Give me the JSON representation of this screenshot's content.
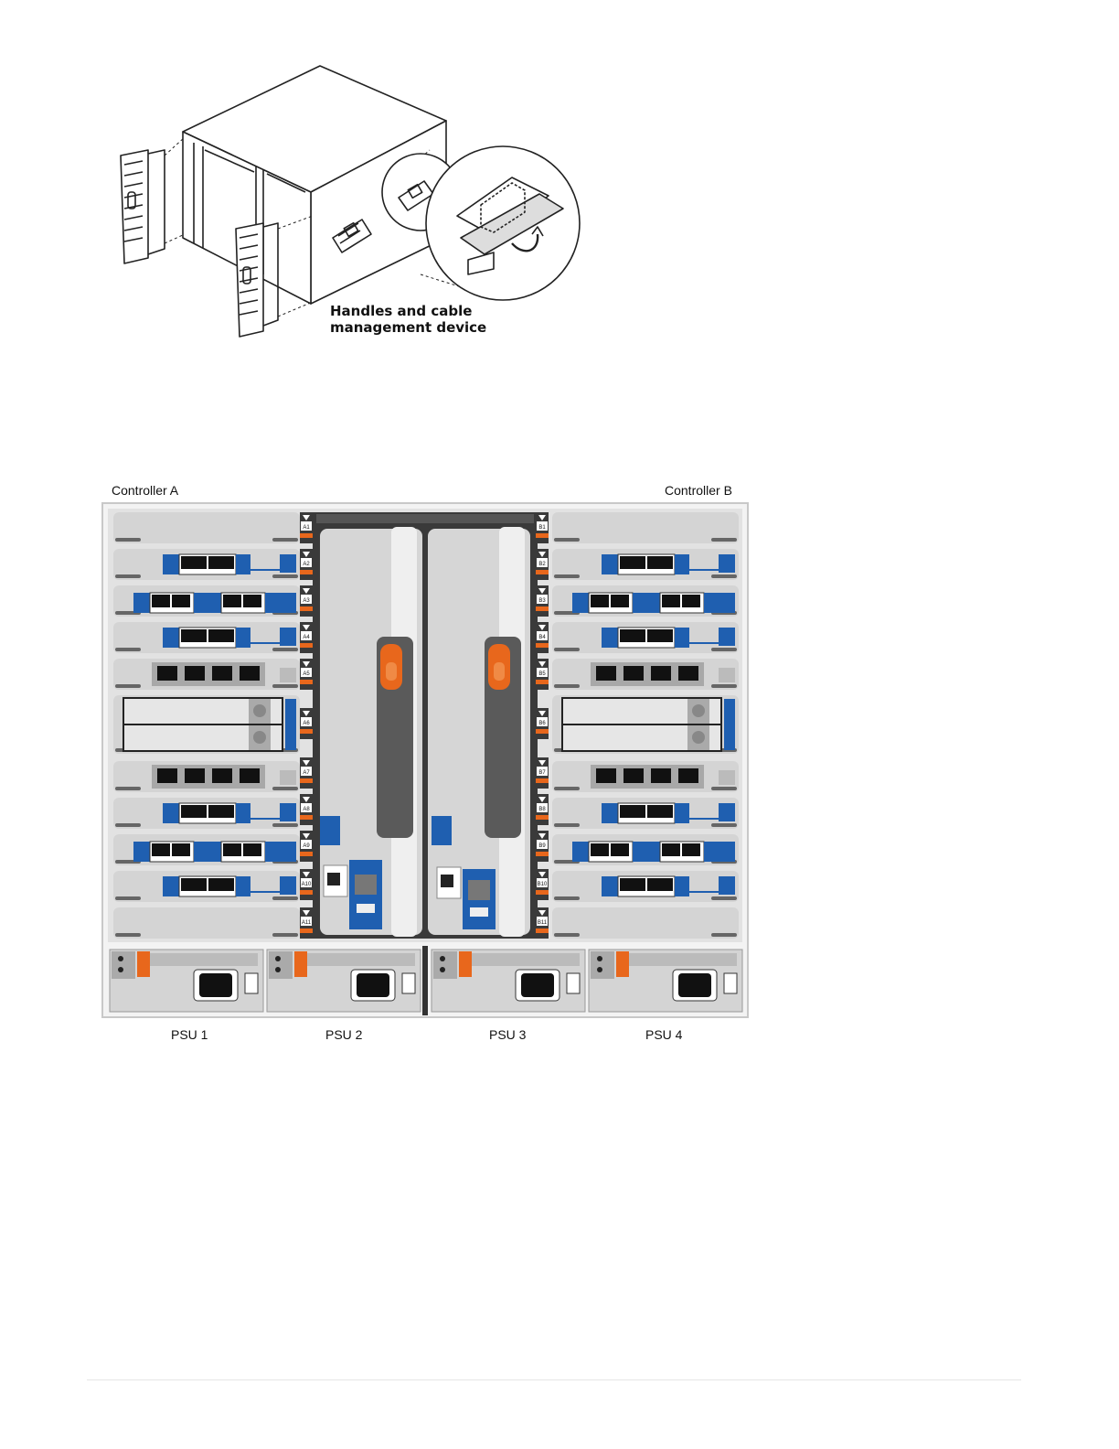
{
  "top_figure": {
    "callout": [
      "Handles and cable",
      "management device"
    ]
  },
  "bottom_figure": {
    "controller_a": "Controller A",
    "controller_b": "Controller B",
    "slots_a": [
      "A1",
      "A2",
      "A3",
      "A4",
      "A5",
      "A6",
      "A7",
      "A8",
      "A9",
      "A10",
      "A11"
    ],
    "slots_b": [
      "B1",
      "B2",
      "B3",
      "B4",
      "B5",
      "B6",
      "B7",
      "B8",
      "B9",
      "B10",
      "B11"
    ],
    "psus": [
      "PSU 1",
      "PSU 2",
      "PSU 3",
      "PSU 4"
    ],
    "colors": {
      "accent_blue": "#1f5fb0",
      "accent_orange": "#e8671c",
      "panel_grey": "#d4d4d4"
    }
  }
}
